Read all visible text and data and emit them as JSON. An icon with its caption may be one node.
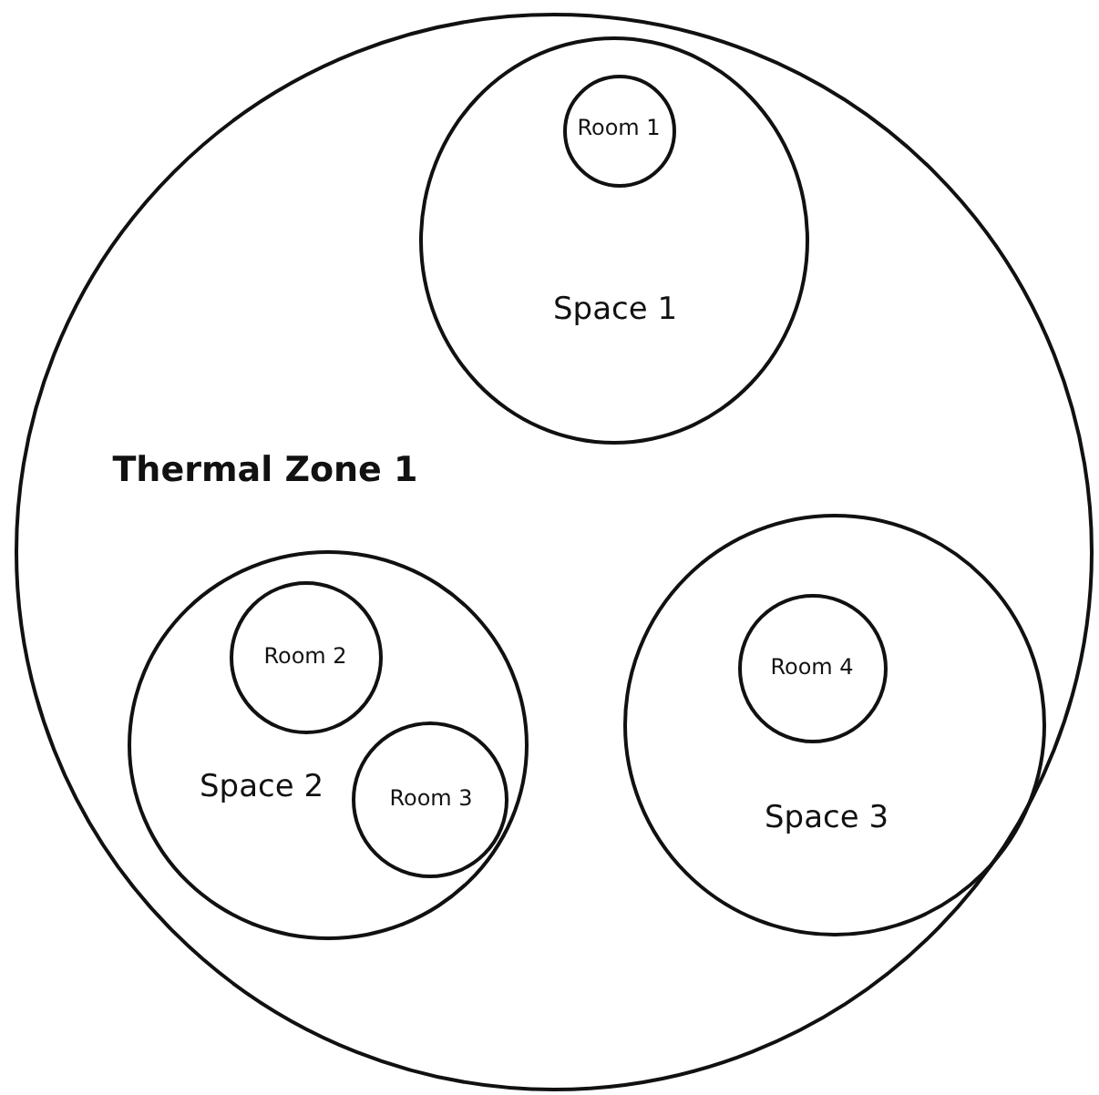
{
  "diagram": {
    "nodes": [
      {
        "text": [
          "Thermal Zone 1"
        ]
      },
      {
        "text": [
          "Room 1"
        ],
        "in": 2
      },
      {
        "text": [
          "Space 1"
        ],
        "in": 0
      },
      {
        "text": [
          "Room 2"
        ],
        "in": 4
      },
      {
        "text": [
          "Space 2"
        ],
        "in": 0
      },
      {
        "text": [
          "Room 3"
        ],
        "in": 4
      },
      {
        "text": [
          "Room 4"
        ],
        "in": 7
      },
      {
        "text": [
          "Space 3"
        ],
        "in": 0
      }
    ]
  }
}
